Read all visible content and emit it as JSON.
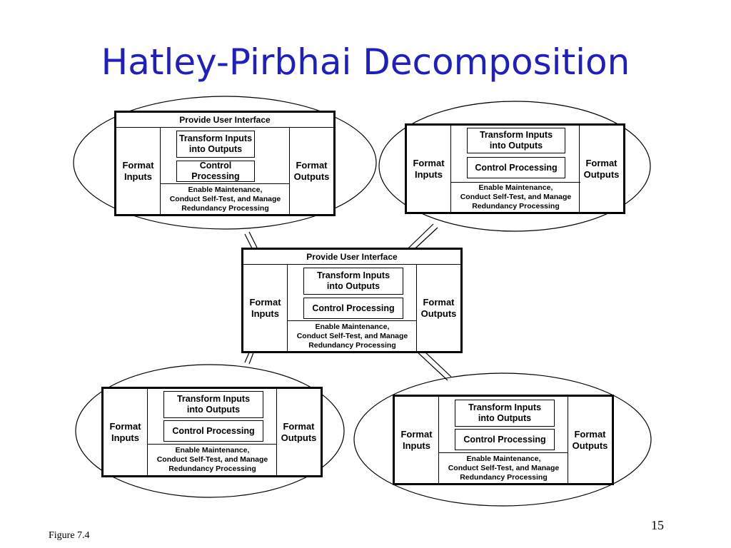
{
  "slide": {
    "title": "Hatley-Pirbhai Decomposition",
    "figure_label": "Figure 7.4",
    "page_number": "15"
  },
  "template": {
    "header": "Provide User Interface",
    "format_inputs": "Format\nInputs",
    "format_outputs": "Format\nOutputs",
    "transform": "Transform Inputs\ninto Outputs",
    "control": "Control Processing",
    "maintenance": "Enable Maintenance,\nConduct  Self-Test, and Manage\nRedundancy  Processing"
  },
  "colors": {
    "title": "#1f1fbf",
    "lines": "#000000"
  }
}
